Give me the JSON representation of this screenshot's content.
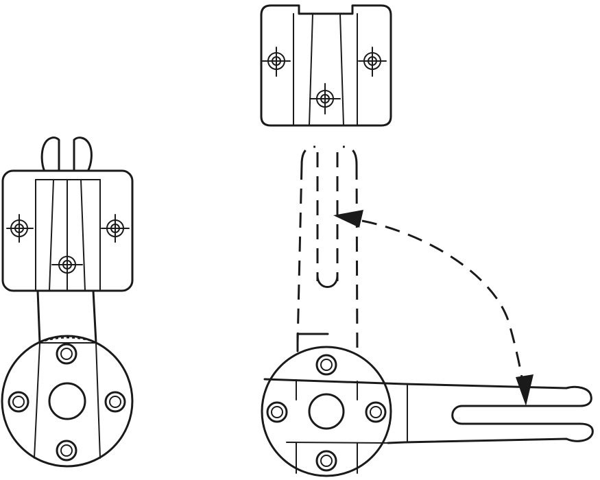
{
  "figure": {
    "views": [
      {
        "id": "left-view",
        "state": "closed"
      },
      {
        "id": "right-view",
        "state": "swung-open"
      }
    ],
    "rotation_indicator": {
      "style": "dashed-arc",
      "arrowheads": 2
    },
    "line_color": "#1a1a1a",
    "background": "#ffffff"
  }
}
